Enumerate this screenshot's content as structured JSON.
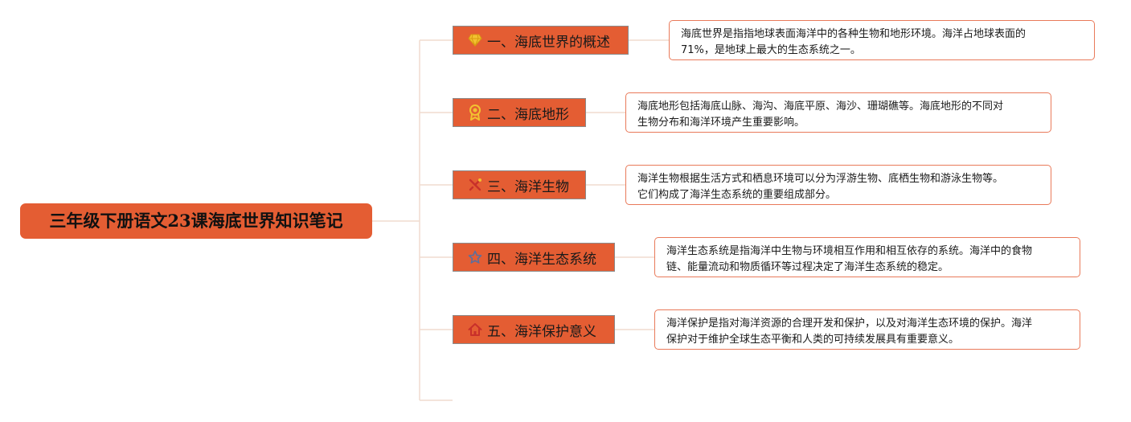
{
  "root": {
    "title": "三年级下册语文23课海底世界知识笔记"
  },
  "branches": [
    {
      "label": "一、海底世界的概述",
      "icon": "diamond-icon",
      "note": {
        "lines": [
          "海底世界是指指地球表面海洋中的各种生物和地形环境。海洋占地球表面的",
          "71%，是地球上最大的生态系统之一。"
        ]
      }
    },
    {
      "label": "二、海底地形",
      "icon": "medal-icon",
      "note": {
        "lines": [
          "海底地形包括海底山脉、海沟、海底平原、海沙、珊瑚礁等。海底地形的不同对",
          "生物分布和海洋环境产生重要影响。"
        ]
      }
    },
    {
      "label": "三、海洋生物",
      "icon": "tools-icon",
      "note": {
        "lines": [
          "海洋生物根据生活方式和栖息环境可以分为浮游生物、底栖生物和游泳生物等。",
          "它们构成了海洋生态系统的重要组成部分。"
        ]
      }
    },
    {
      "label": "四、海洋生态系统",
      "icon": "star-icon",
      "note": {
        "lines": [
          "海洋生态系统是指海洋中生物与环境相互作用和相互依存的系统。海洋中的食物",
          "链、能量流动和物质循环等过程决定了海洋生态系统的稳定。"
        ]
      }
    },
    {
      "label": "五、海洋保护意义",
      "icon": "house-icon",
      "note": {
        "lines": [
          "海洋保护是指对海洋资源的合理开发和保护，以及对海洋生态环境的保护。海洋",
          "保护对于维护全球生态平衡和人类的可持续发展具有重要意义。"
        ]
      }
    }
  ],
  "colors": {
    "node_fill": "#e45d33",
    "note_border": "#e97a5a",
    "connector": "#f0dccf"
  }
}
